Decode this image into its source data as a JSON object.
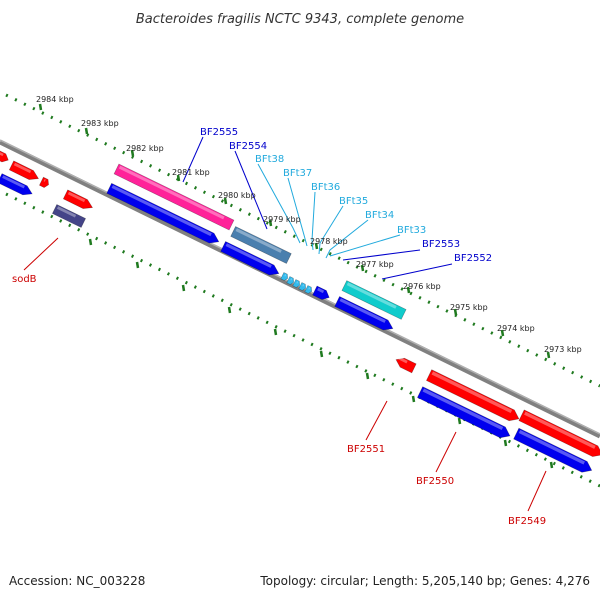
{
  "title": "Bacteroides fragilis NCTC 9343, complete genome",
  "footer": {
    "accession": "Accession: NC_003228",
    "summary": "Topology: circular; Length: 5,205,140 bp; Genes: 4,276"
  },
  "scale_labels": [
    "2984 kbp",
    "2983 kbp",
    "2982 kbp",
    "2981 kbp",
    "2980 kbp",
    "2979 kbp",
    "2978 kbp",
    "2977 kbp",
    "2976 kbp",
    "2975 kbp",
    "2974 kbp",
    "2973 kbp"
  ],
  "gene_labels": {
    "sodB": "sodB",
    "bf2555": "BF2555",
    "bf2554": "BF2554",
    "bft38": "BFt38",
    "bft37": "BFt37",
    "bft36": "BFt36",
    "bft35": "BFt35",
    "bft34": "BFt34",
    "bft33": "BFt33",
    "bf2553": "BF2553",
    "bf2552": "BF2552",
    "bf2551": "BF2551",
    "bf2550": "BF2550",
    "bf2549": "BF2549"
  },
  "colors": {
    "backbone": "#808080",
    "tick_green": "#1f7a1f",
    "gene_red": "#ff0000",
    "gene_blue": "#0000ee",
    "gene_pink": "#ff2299",
    "gene_steel": "#4a7fae",
    "gene_cyan": "#11cccc",
    "trna_cyan": "#33bbee",
    "gene_navy": "#444488",
    "label_red": "#cc0000",
    "label_blue": "#0000cc",
    "label_cyan": "#22aadd"
  }
}
